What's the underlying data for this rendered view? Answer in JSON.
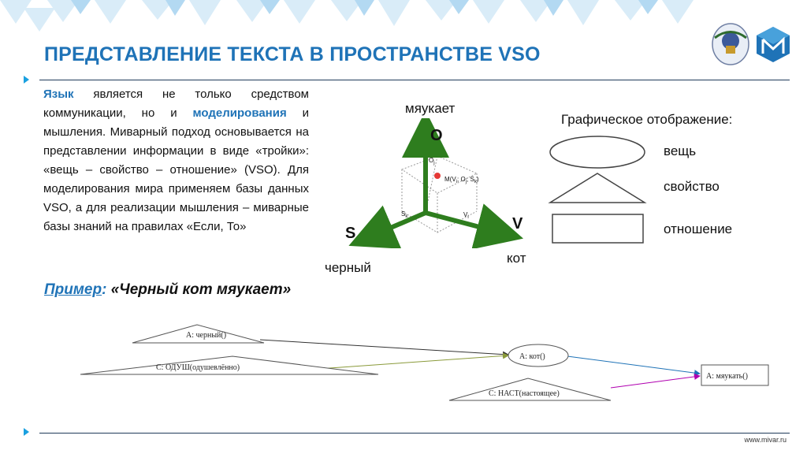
{
  "header": {
    "title": "ПРЕДСТАВЛЕНИЕ ТЕКСТА В ПРОСТРАНСТВЕ VSO",
    "logos": [
      "university-crest-logo",
      "mivar-cube-logo"
    ]
  },
  "body": {
    "w1": "Язык",
    "t1": " является не только средством коммуникации, но и ",
    "w2": "моделирования",
    "t2": " и мышления. Миварный подход основывается на представлении информации в виде «тройки»: «вещь – свойство – отношение» (VSO). Для моделирования мира применяем базы данных VSO, а для реализации мышления – миварные базы знаний на правилах «Если, То»"
  },
  "example": {
    "label": "Пример",
    "colon": ":",
    "text": " «Черный кот мяукает»"
  },
  "axes": {
    "o_label": "мяукает",
    "s_label": "черный",
    "v_label": "кот",
    "O": "O",
    "S": "S",
    "V": "V",
    "oi": "O",
    "oi_sub": "j",
    "sk": "S",
    "sk_sub": "k",
    "vi": "V",
    "vi_sub": "i",
    "point": "M(V",
    "point_sub1": "i",
    "point_mid": "; O",
    "point_sub2": "j",
    "point_mid2": "; S",
    "point_sub3": "k",
    "point_end": ")"
  },
  "legend": {
    "title": "Графическое отображение:",
    "thing": "вещь",
    "property": "свойство",
    "relation": "отношение"
  },
  "graph": {
    "node_black": "A: черный()",
    "node_anim": "C: ОДУШ(одушевлённо)",
    "node_cat": "A: кот()",
    "node_present": "C: НАСТ(настоящее)",
    "node_meow": "A: мяукать()"
  },
  "footer": {
    "site": "www.mivar.ru"
  },
  "colors": {
    "accent": "#1f73b7",
    "axis_green": "#2e7d1e",
    "chevron": "#1aa0e0"
  }
}
